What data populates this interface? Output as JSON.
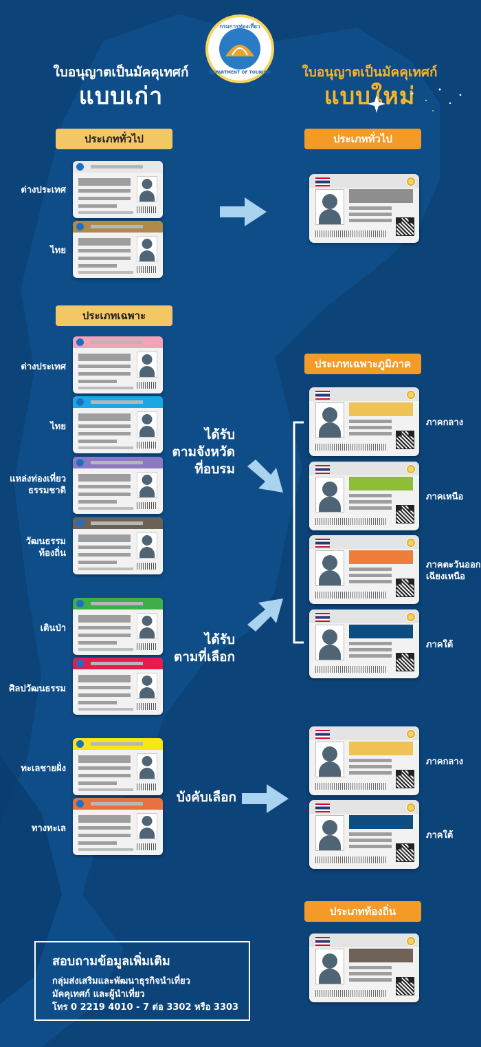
{
  "logo": {
    "thai_text": "กรมการท่องเที่ยว",
    "en_text": "DEPARTMENT OF TOURISM",
    "icon": "department-of-tourism-seal-icon"
  },
  "old_section": {
    "heading_small": "ใบอนุญาตเป็นมัคคุเทศก์",
    "heading_big": "แบบเก่า",
    "general_label": "ประเภททั่วไป",
    "general_cards": [
      {
        "label": "ต่างประเทศ",
        "band_color": "#e8e8e8"
      },
      {
        "label": "ไทย",
        "band_color": "#b08a4a"
      }
    ],
    "specific_label": "ประเภทเฉพาะ",
    "specific_cards": [
      {
        "label": "ต่างประเทศ",
        "band_color": "#f2a3b8"
      },
      {
        "label": "ไทย",
        "band_color": "#1aa7e6"
      },
      {
        "label_line1": "แหล่งท่องเที่ยว",
        "label_line2": "ธรรมชาติ",
        "band_color": "#8d78c4"
      },
      {
        "label_line1": "วัฒนธรรม",
        "label_line2": "ท้องถิ่น",
        "band_color": "#6b6155"
      },
      {
        "label": "เดินป่า",
        "band_color": "#3eaf48"
      },
      {
        "label": "ศิลปวัฒนธรรม",
        "band_color": "#e51c4d"
      },
      {
        "label": "ทะเลชายฝั่ง",
        "band_color": "#f3e61a"
      },
      {
        "label": "ทางทะเล",
        "band_color": "#e8723e"
      }
    ]
  },
  "new_section": {
    "heading_small": "ใบอนุญาตเป็นมัคคุเทศก์",
    "heading_big": "แบบใหม่",
    "general_label": "ประเภททั่วไป",
    "general_card": {
      "bar_color": "#8e8e8e"
    },
    "regional_label": "ประเภทเฉพาะภูมิภาค",
    "regional_cards": [
      {
        "label": "ภาคกลาง",
        "bar_color": "#efc356"
      },
      {
        "label": "ภาคเหนือ",
        "bar_color": "#8fbd38"
      },
      {
        "label_line1": "ภาคตะวันออก",
        "label_line2": "เฉียงเหนือ",
        "bar_color": "#ee7e3a"
      },
      {
        "label": "ภาคใต้",
        "bar_color": "#0f4c7f"
      }
    ],
    "mandatory_cards": [
      {
        "label": "ภาคกลาง",
        "bar_color": "#efc356"
      },
      {
        "label": "ภาคใต้",
        "bar_color": "#0f4c7f"
      }
    ],
    "local_label": "ประเภทท้องถิ่น",
    "local_card": {
      "bar_color": "#6e6259"
    }
  },
  "transitions": {
    "province_line1": "ได้รับ",
    "province_line2": "ตามจังหวัด",
    "province_line3": "ที่อบรม",
    "choice_line1": "ได้รับ",
    "choice_line2": "ตามที่เลือก",
    "mandatory": "บังคับเลือก"
  },
  "contact": {
    "title": "สอบถามข้อมูลเพิ่มเติม",
    "line1": "กลุ่มส่งเสริมและพัฒนาธุรกิจนำเที่ยว",
    "line2": "มัคคุเทศก์ และผู้นำเที่ยว",
    "line3": "โทร 0 2219 4010 - 7 ต่อ 3302 หรือ 3303"
  },
  "colors": {
    "background": "#0c4378",
    "map": "#0e4f8c",
    "pill_yellow": "#f3c766",
    "pill_orange": "#f39a27",
    "arrow": "#a9d3ef"
  }
}
